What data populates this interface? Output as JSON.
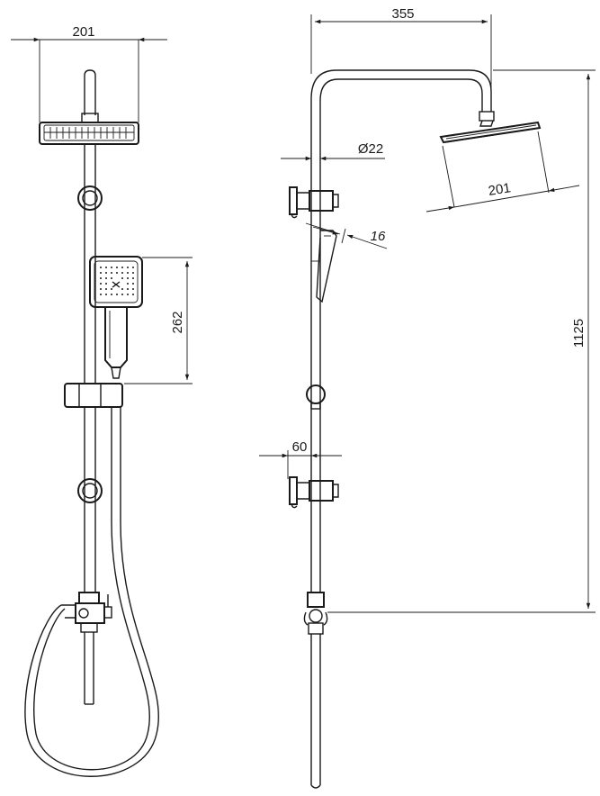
{
  "front_view": {
    "head_width": "201",
    "hand_shower_height": "262"
  },
  "side_view": {
    "arm_reach": "355",
    "pipe_diameter": "Ø22",
    "arm_angle": "16",
    "head_width": "201",
    "bracket_depth": "60",
    "total_height": "1125"
  },
  "colors": {
    "line": "#1a1a1a",
    "background": "#ffffff"
  }
}
